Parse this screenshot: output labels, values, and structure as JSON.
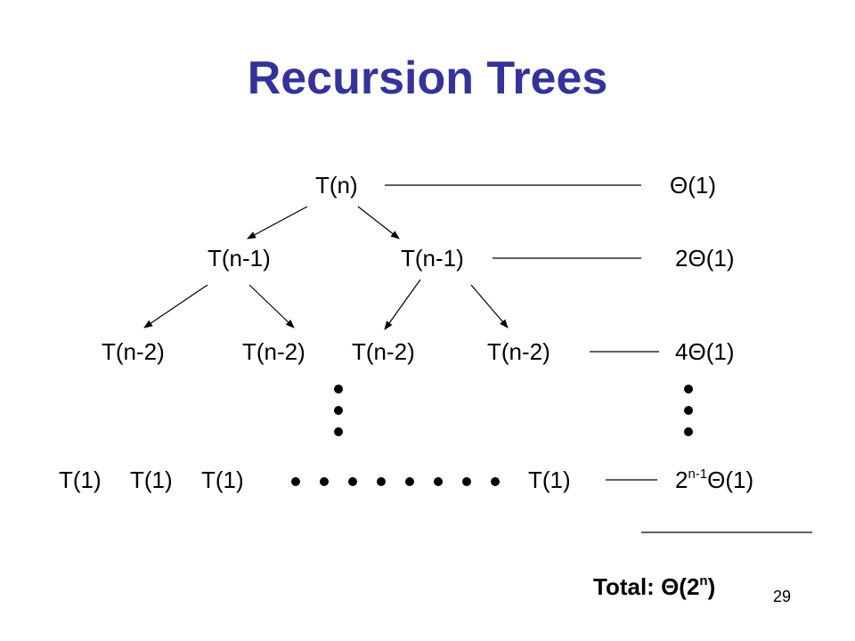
{
  "slide": {
    "title": "Recursion Trees",
    "page_number": "29"
  },
  "tree": {
    "root": "T(n)",
    "level1": [
      "T(n-1)",
      "T(n-1)"
    ],
    "level2": [
      "T(n-2)",
      "T(n-2)",
      "T(n-2)",
      "T(n-2)"
    ],
    "leaves": [
      "T(1)",
      "T(1)",
      "T(1)",
      "T(1)"
    ]
  },
  "costs": {
    "level0": {
      "prefix": "",
      "sup": "",
      "theta": "Θ",
      "arg": "(1)"
    },
    "level1": {
      "prefix": "2",
      "sup": "",
      "theta": "Θ",
      "arg": "(1)"
    },
    "level2": {
      "prefix": "4",
      "sup": "",
      "theta": "Θ",
      "arg": "(1)"
    },
    "leaves": {
      "prefix": "2",
      "sup": "n-1",
      "theta": "Θ",
      "arg": "(1)"
    }
  },
  "total": {
    "label": "Total: ",
    "theta": "Θ",
    "open": "(2",
    "sup": "n",
    "close": ")"
  },
  "colors": {
    "title": "#33339a",
    "text": "#000000",
    "background": "#ffffff"
  }
}
